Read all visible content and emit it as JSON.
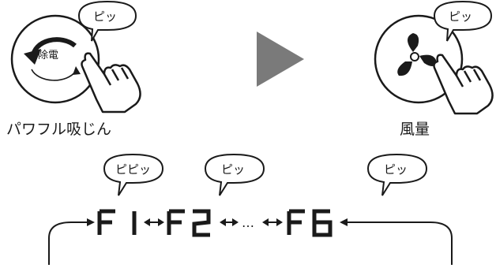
{
  "step_left": {
    "bubble_text": "ピッ",
    "button_text": "除電",
    "caption": "パワフル吸じん"
  },
  "step_right": {
    "bubble_text": "ピッ",
    "caption": "風量"
  },
  "sequence": {
    "bubbles": [
      "ピピッ",
      "ピッ",
      "ピッ"
    ],
    "codes": [
      "F 1",
      "F2",
      "F6"
    ],
    "ellipsis": "…"
  },
  "icons": {
    "arrow": "right-triangle-arrow",
    "fan": "fan-icon",
    "rotate": "rotate-arrow-icon",
    "hand": "pointing-hand-icon"
  },
  "colors": {
    "line": "#1a1a1a",
    "arrow_fill": "#7a7a7a"
  }
}
